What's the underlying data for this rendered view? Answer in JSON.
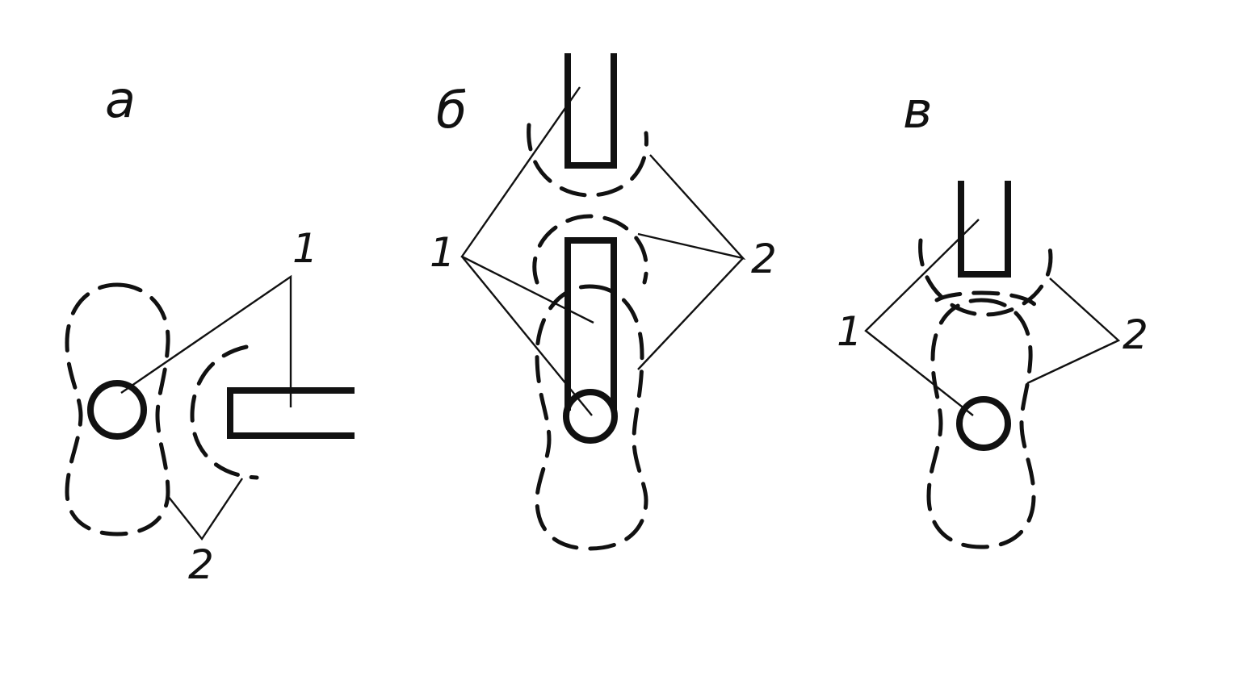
{
  "panels": {
    "a": {
      "letter": "а",
      "label_1": "1",
      "label_2": "2"
    },
    "b": {
      "letter": "б",
      "label_1": "1",
      "label_2": "2"
    },
    "c": {
      "letter": "в",
      "label_1": "1",
      "label_2": "2"
    }
  }
}
